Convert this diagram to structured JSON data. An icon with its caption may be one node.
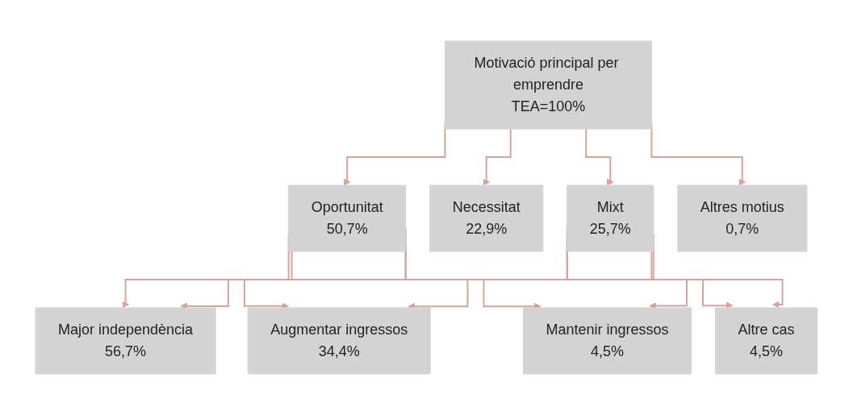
{
  "diagram": {
    "nodes": [
      {
        "text": [
          "Motivació principal per emprendre",
          "TEA=100%"
        ]
      },
      {
        "text": [
          "Oportunitat",
          "50,7%"
        ]
      },
      {
        "text": [
          "Necessitat",
          "22,9%"
        ]
      },
      {
        "text": [
          "Mixt",
          "25,7%"
        ]
      },
      {
        "text": [
          "Altres motius",
          "0,7%"
        ]
      },
      {
        "text": [
          "Major independència",
          "56,7%"
        ]
      },
      {
        "text": [
          "Augmentar ingressos",
          "34,4%"
        ]
      },
      {
        "text": [
          "Mantenir ingressos",
          "4,5%"
        ]
      },
      {
        "text": [
          "Altre cas",
          "4,5%"
        ]
      }
    ],
    "edges": [
      {
        "from": 0,
        "to": 1,
        "arrow": "to"
      },
      {
        "from": 0,
        "to": 2,
        "arrow": "to"
      },
      {
        "from": 0,
        "to": 3,
        "arrow": "to"
      },
      {
        "from": 0,
        "to": 4,
        "arrow": "to"
      },
      {
        "from": 1,
        "to": 5,
        "arrow": "to"
      },
      {
        "from": 1,
        "to": 6,
        "arrow": "to"
      },
      {
        "from": 1,
        "to": 7,
        "arrow": "to"
      },
      {
        "from": 1,
        "to": 8,
        "arrow": "to"
      },
      {
        "from": 3,
        "to": 5,
        "arrow": "to"
      },
      {
        "from": 3,
        "to": 6,
        "arrow": "to"
      },
      {
        "from": 3,
        "to": 7,
        "arrow": "to"
      },
      {
        "from": 3,
        "to": 8,
        "arrow": "to"
      }
    ]
  }
}
